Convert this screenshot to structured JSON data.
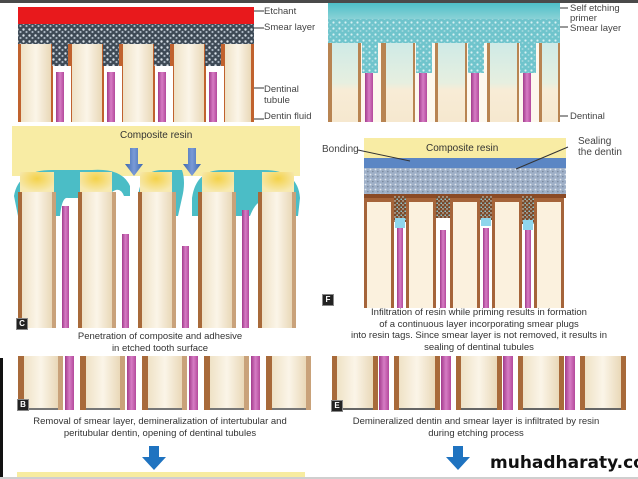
{
  "panels": {
    "a": {
      "labels": [
        "Etchant",
        "Smear layer",
        "Dentinal",
        "tubule",
        "Dentin fluid"
      ]
    },
    "d": {
      "labels": [
        "Self etching",
        "primer",
        "Smear layer",
        "Dentinal"
      ]
    },
    "c": {
      "badge": "C",
      "resin_label": "Composite resin",
      "caption_lines": [
        "Penetration of composite and adhesive",
        "in etched tooth surface"
      ]
    },
    "f": {
      "badge": "F",
      "resin_label": "Composite resin",
      "bonding_label": "Bonding",
      "sealing_label_lines": [
        "Sealing",
        "the dentin"
      ],
      "caption_lines": [
        "Infiltration of resin while priming results in formation",
        "of a continuous layer incorporating smear plugs",
        "into resin tags. Since smear layer is not removed, it results in",
        "sealing of dentinal tubules"
      ]
    },
    "b": {
      "badge": "B",
      "caption_lines": [
        "Removal of smear layer, demineralization of intertubular and",
        "peritubular dentin, opening of dentinal tubules"
      ]
    },
    "e": {
      "badge": "E",
      "caption_lines": [
        "Demineralized dentin and smear layer is infiltrated by resin",
        "during etching process"
      ]
    }
  },
  "watermark": "muhadharaty.com",
  "colors": {
    "etchant": "#e8191c",
    "smear": "#4a5560",
    "primer": "#4fc0c8",
    "dentin": "#f7ecd6",
    "peritubular": "#a86a3a",
    "fluid": "#c45aa8",
    "resin_yellow": "#f7e89a",
    "adhesive_teal": "#4bbdc6",
    "bonding_blue": "#5b86c4",
    "arrow_blue": "#1f73c0"
  }
}
